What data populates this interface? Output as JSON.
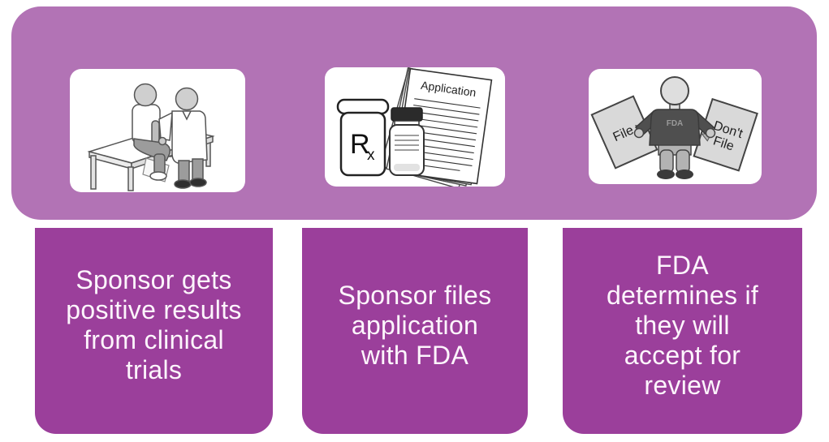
{
  "diagram": {
    "kind": "three-step process flow",
    "colors": {
      "background": "#ffffff",
      "banner": "#b273b5",
      "step_box": "#9b3f9b",
      "step_text": "#fdf5fc",
      "illustration_card": "#ffffff",
      "illustration_outline": "#444444"
    }
  },
  "steps": [
    {
      "illustration": "doctor-patient-exam-table-illustration",
      "lines": [
        "Sponsor gets",
        "positive results",
        "from clinical",
        "trials"
      ]
    },
    {
      "illustration": "rx-bottle-vial-application-papers-illustration",
      "lines": [
        "Sponsor files",
        "application",
        "with FDA"
      ]
    },
    {
      "illustration": "fda-figure-file-dont-file-illustration",
      "lines": [
        "FDA",
        "determines if",
        "they will",
        "accept for",
        "review"
      ]
    }
  ],
  "illustration_text": {
    "application": "Application",
    "rx_r": "R",
    "rx_x": "x",
    "fda_shirt": "FDA",
    "file": "File",
    "dont": "Don't",
    "dont_file": "File"
  }
}
